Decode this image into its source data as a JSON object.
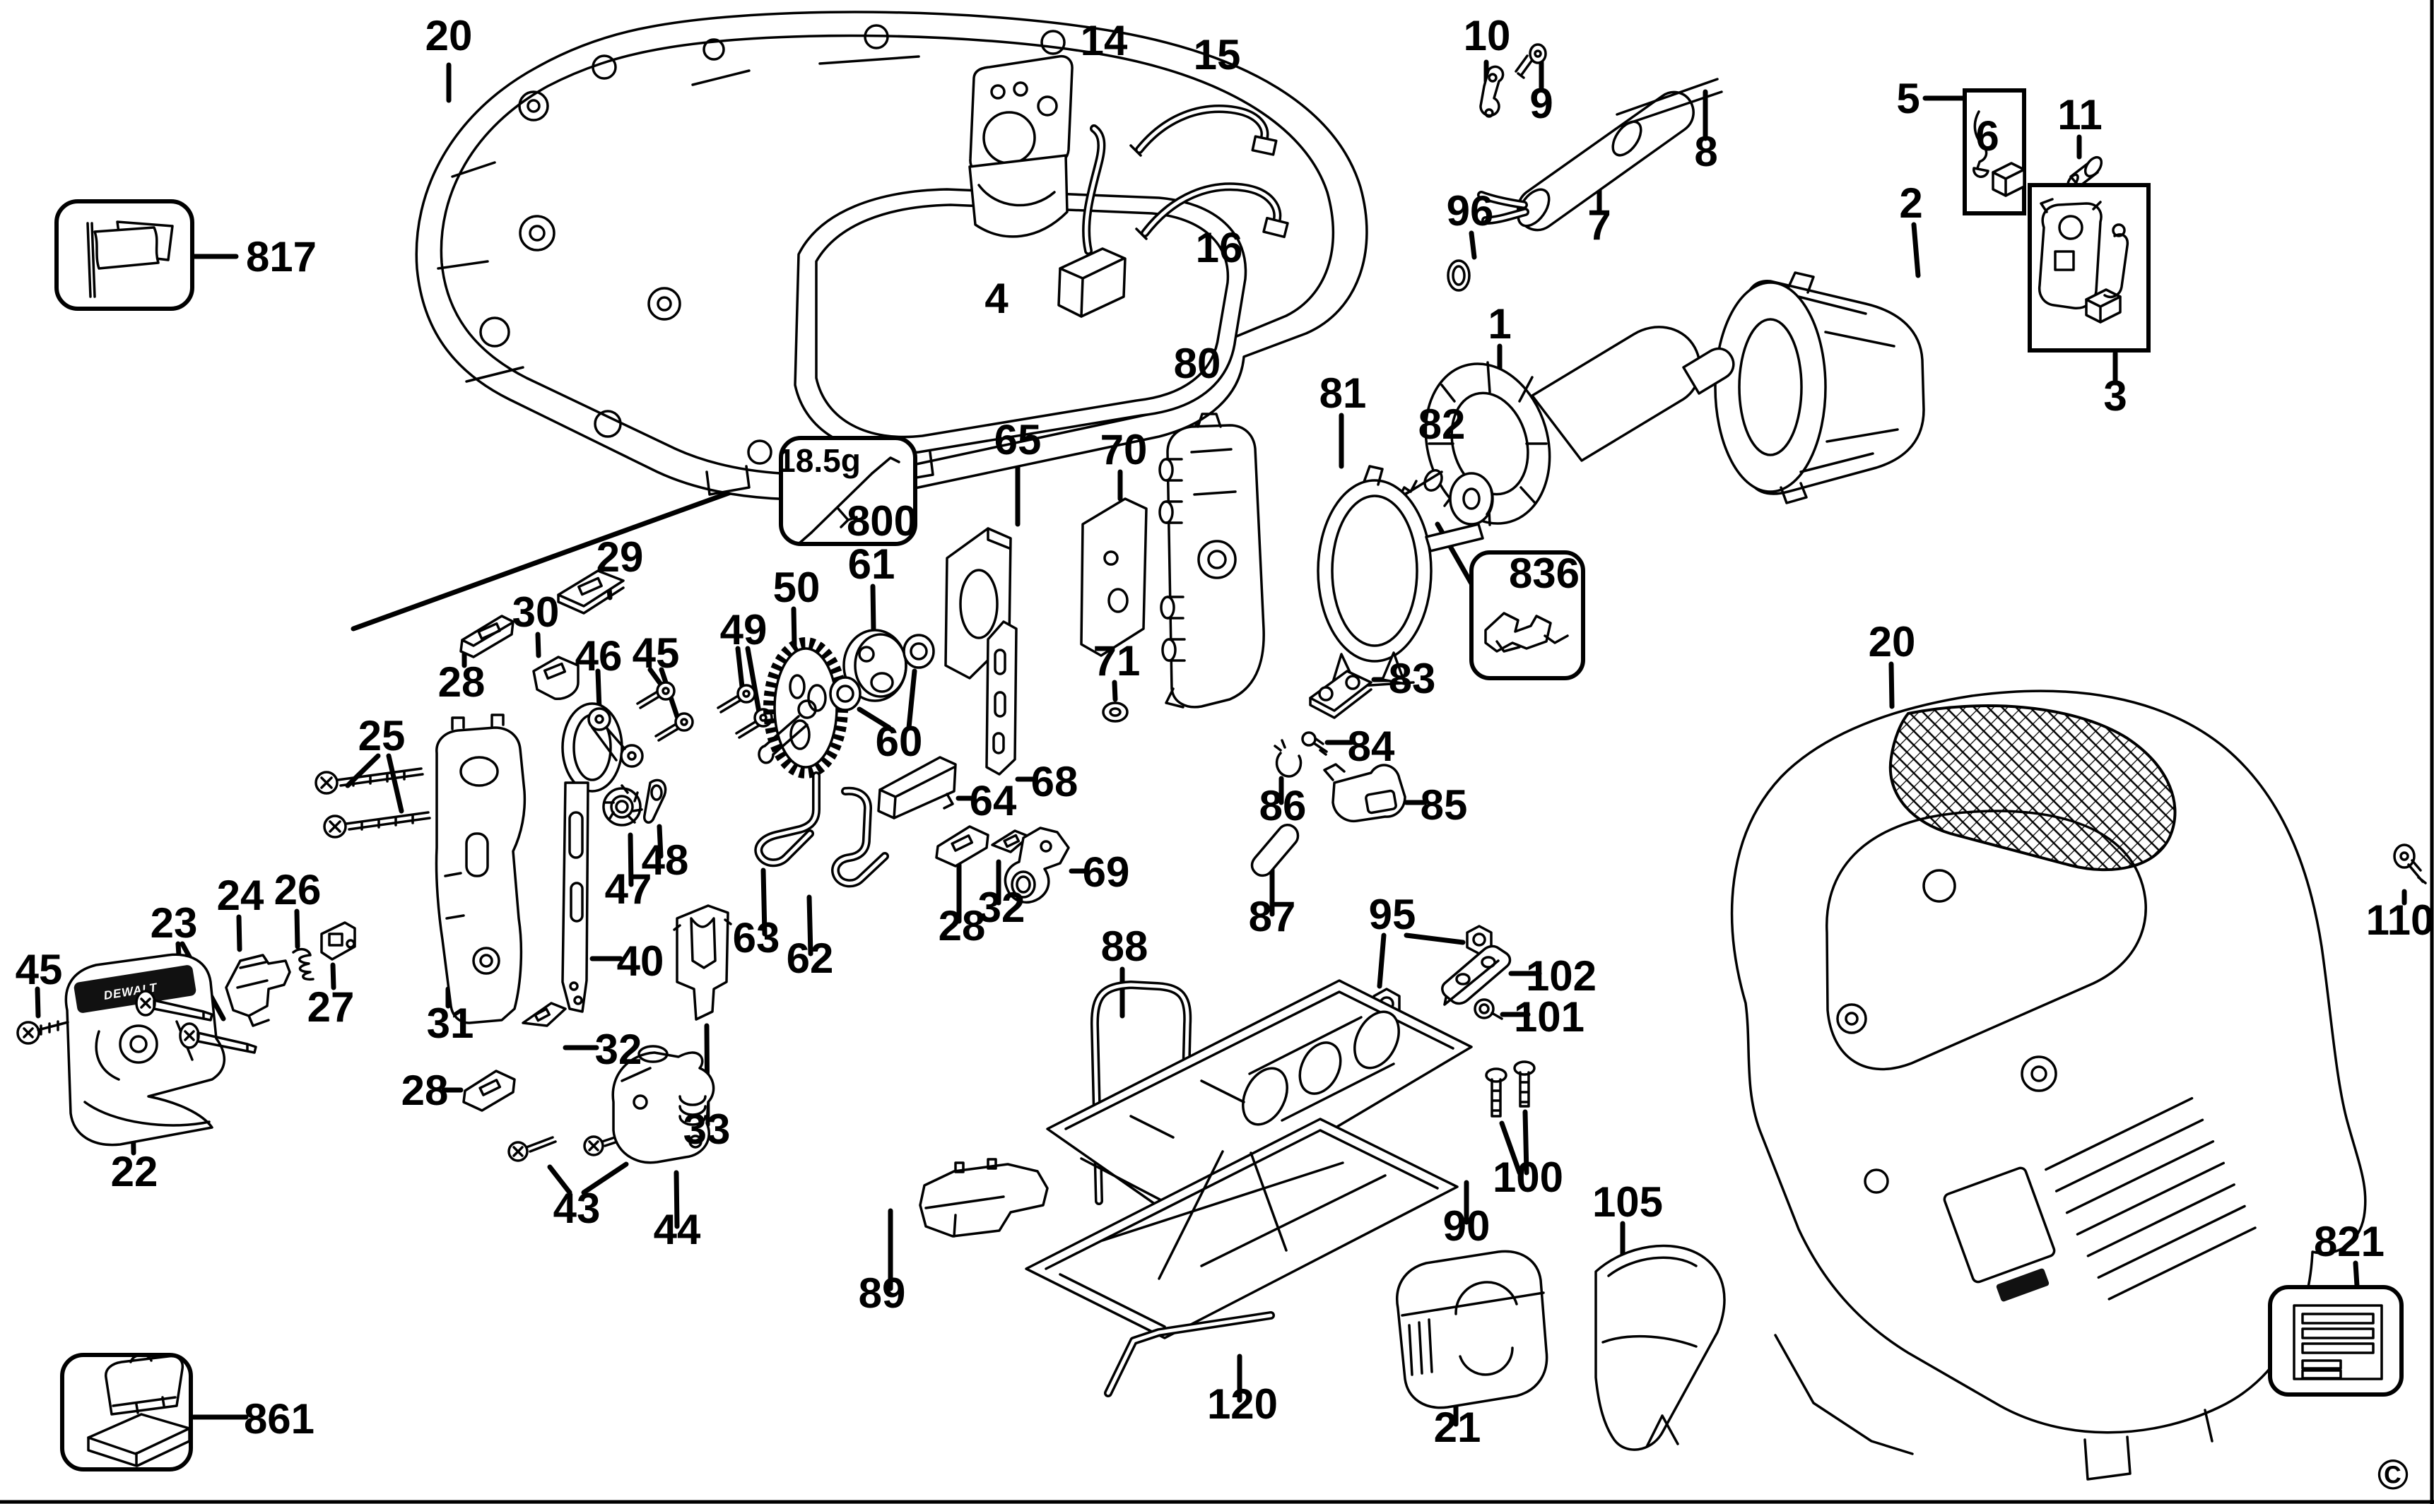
{
  "page": {
    "background": "#ffffff",
    "line_color": "#000000"
  },
  "callouts": [
    "20",
    "817",
    "14",
    "15",
    "4",
    "16",
    "10",
    "9",
    "96",
    "7",
    "8",
    "5",
    "6",
    "11",
    "2",
    "3",
    "1",
    "80",
    "81",
    "82",
    "836",
    "18.5g",
    "800",
    "83",
    "84",
    "86",
    "85",
    "87",
    "95",
    "102",
    "101",
    "100",
    "105",
    "90",
    "21",
    "120",
    "89",
    "88",
    "69",
    "28",
    "32",
    "63",
    "62",
    "40",
    "47",
    "48",
    "31",
    "27",
    "26",
    "24",
    "23",
    "25",
    "45",
    "22",
    "28",
    "32",
    "33",
    "43",
    "44",
    "29",
    "30",
    "28",
    "46",
    "45",
    "49",
    "50",
    "61",
    "60",
    "65",
    "70",
    "71",
    "68",
    "64",
    "861",
    "821",
    "110",
    "20",
    "©",
    "DEWALT"
  ]
}
